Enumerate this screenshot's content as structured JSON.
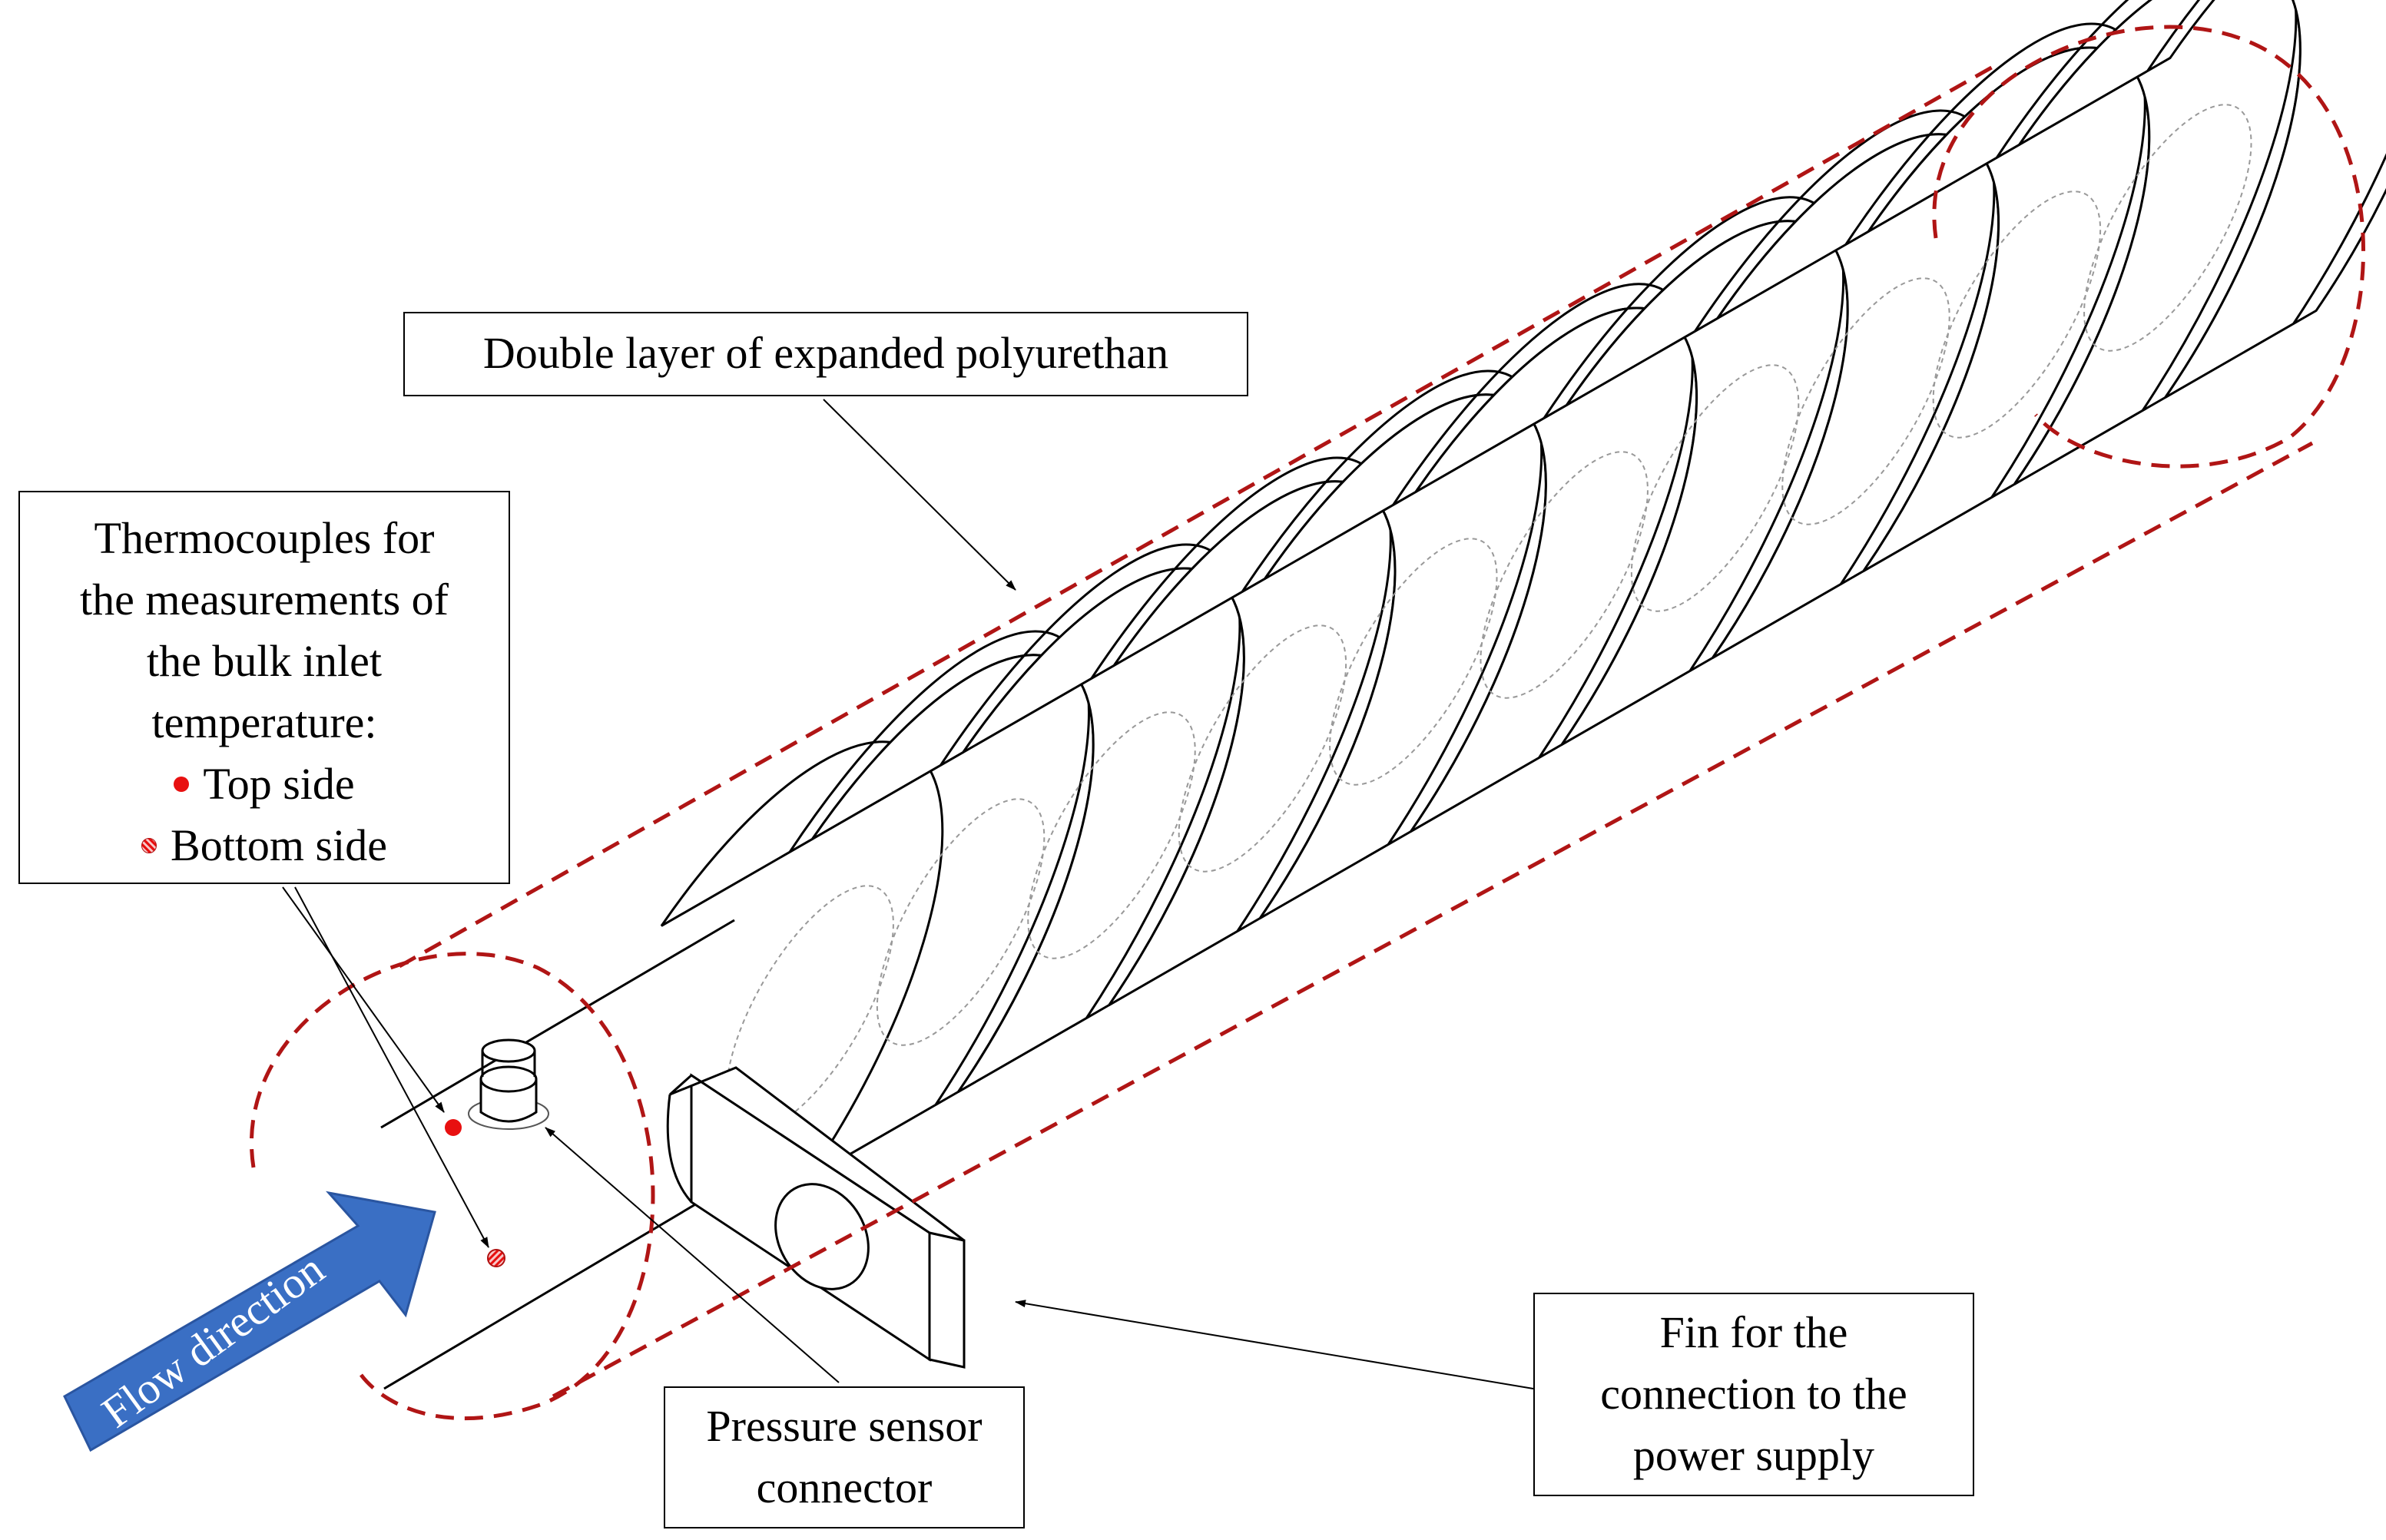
{
  "labels": {
    "insulation": "Double layer of expanded polyurethan",
    "thermocouples": {
      "line1": "Thermocouples for",
      "line2": "the measurements of",
      "line3": "the bulk inlet",
      "line4": "temperature:",
      "top_side": "Top side",
      "bottom_side": "Bottom side"
    },
    "pressure_sensor": {
      "line1": "Pressure sensor",
      "line2": "connector"
    },
    "fin": {
      "line1": "Fin for the",
      "line2": "connection to the",
      "line3": "power supply"
    },
    "flow": "Flow direction"
  },
  "colors": {
    "insulation_outline": "#b01515",
    "thermocouple": "#e81010",
    "flow_arrow": "#3a6fc4",
    "flow_arrow_edge": "#2a55a0",
    "geometry_line": "#000000",
    "hidden_line": "#999999"
  },
  "icons": {
    "top_side_marker": "solid-red-dot",
    "bottom_side_marker": "hatched-red-dot",
    "flow_direction": "block-arrow"
  },
  "tube": {
    "rib_count": 10
  }
}
